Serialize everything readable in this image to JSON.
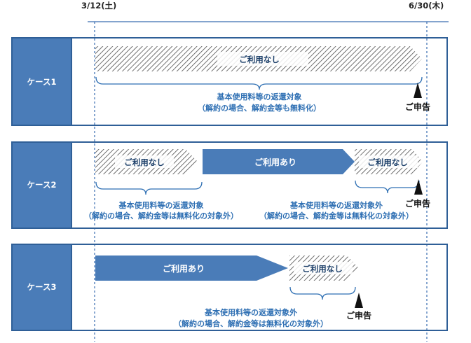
{
  "timeline": {
    "start_label": "3/12(土)",
    "end_label": "6/30(木)"
  },
  "labels": {
    "no_use": "ご利用なし",
    "in_use": "ご利用あり",
    "report": "ご申告"
  },
  "cases": [
    {
      "name": "ケース1",
      "notes": [
        {
          "line1": "基本使用料等の返還対象",
          "line2": "（解約の場合、解約金等も無料化）"
        }
      ]
    },
    {
      "name": "ケース2",
      "notes": [
        {
          "line1": "基本使用料等の返還対象",
          "line2": "（解約の場合、解約金等は無料化の対象外）"
        },
        {
          "line1": "基本使用料等の返還対象外",
          "line2": "（解約の場合、解約金等は無料化の対象外）"
        }
      ]
    },
    {
      "name": "ケース3",
      "notes": [
        {
          "line1": "基本使用料等の返還対象外",
          "line2": "（解約の場合、解約金等は無料化の対象外）"
        }
      ]
    }
  ],
  "colors": {
    "case_fill": "#4a7cb8",
    "frame": "#2f5f97",
    "bar_fill": "#4a7cb8",
    "hatch": "#4d4d4d",
    "note_text": "#2e6fb3",
    "timeline": "#3a6db0"
  }
}
